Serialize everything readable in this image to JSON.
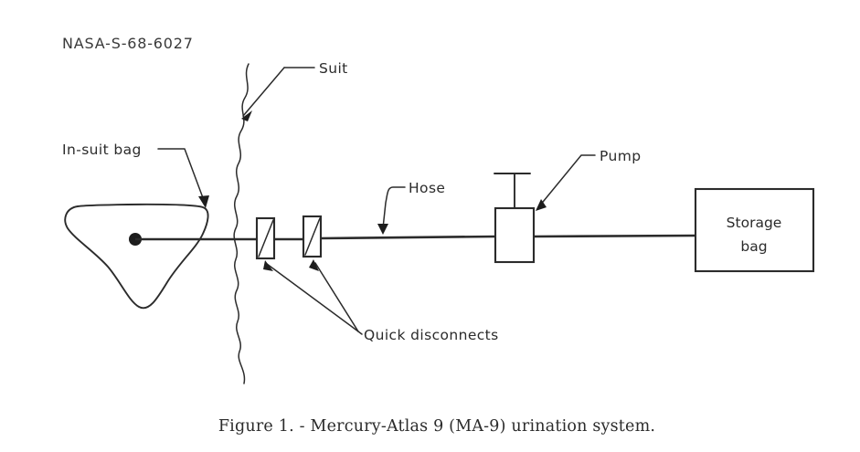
{
  "figure": {
    "document_id": "NASA-S-68-6027",
    "caption": "Figure 1. - Mercury-Atlas 9 (MA-9) urination system.",
    "ink_color": "#2b2b2b",
    "background_color": "#ffffff"
  },
  "labels": {
    "suit": "Suit",
    "in_suit_bag": "In-suit bag",
    "hose": "Hose",
    "pump": "Pump",
    "quick_disconnects": "Quick disconnects"
  },
  "components": {
    "storage_bag": {
      "line1": "Storage",
      "line2": "bag"
    }
  }
}
